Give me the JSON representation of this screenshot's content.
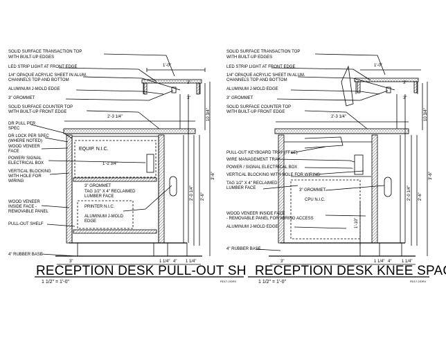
{
  "left": {
    "labels": [
      "SOLID SURFACE TRANSACTION TOP",
      "WITH BUILT-UP EDGES",
      "LED STRIP LIGHT AT FRONT EDGE",
      "1/4\" OPAQUE ACRYLIC SHEET IN ALUM.",
      "CHANNELS TOP AND BOTTOM",
      "ALUMINUM J-MOLD EDGE",
      "3\" GROMMET",
      "SOLID SURFACE COUNTER TOP",
      "WITH BUILT-UP FRONT EDGE",
      "DR PULL PER",
      "SPEC",
      "DR LOCK PER SPEC",
      "(WHERE NOTED)",
      "WOOD VENEER",
      "FACE",
      "POWER/ SIGNAL",
      "ELECTRICAL BOX",
      "VERTICAL BLOCKING",
      "WITH HOLE FOR",
      "WIRING",
      "WOOD VENEER",
      "INSIDE FACE -",
      "REMOVABLE PANEL",
      "PULL-OUT SHELF",
      "4\" RUBBER BASE"
    ],
    "inner": [
      "EQUIP. N.I.C.",
      "3\" GROMMET",
      "TAG 1/2\" X 4\" RECLAIMED",
      "LUMBER FACE",
      "PRINTER N.I.C.",
      "ALUMINUM J-MOLD",
      "EDGE"
    ],
    "dims": {
      "top": "1'-0\"",
      "counter": "2'-3 1/4\"",
      "shelf": "1'-2 3/4\"",
      "three_a": "3\"",
      "three_b": "3\"",
      "bottom": [
        "3\"",
        "1 1/4\"",
        "4\"",
        "1 1/4\""
      ]
    },
    "vdims": [
      "10 3/4\"",
      "2'-0 1/4\"",
      "2'-6\"",
      "3'-6\""
    ],
    "title": "RECEPTION DESK PULL-OUT SH",
    "scale": "1 1/2\" = 1'-0\"",
    "ref": "RD17-2/DR3"
  },
  "right": {
    "labels": [
      "SOLID SURFACE TRANSACTION TOP",
      "WITH BUILT-UP EDGES",
      "LED STRIP LIGHT AT FRONT EDGE",
      "1/4\" OPAQUE ACRYLIC SHEET IN ALUM.",
      "CHANNELS TOP AND BOTTOM",
      "ALUMINUM J-MOLD EDGE",
      "3\" GROMMET",
      "SOLID SURFACE COUNTER TOP",
      "WITH BUILT-UP FRONT EDGE",
      "PULL-OUT KEYBOARD TRAY (FF&E)",
      "WIRE MANAGEMENT TRAY",
      "POWER / SIGNAL ELECTRICAL BOX",
      "VERTICAL BLOCKING WITH HOLE FOR WIRING",
      "TAG 1/2\" X 4\" RECLAIMED",
      "LUMBER FACE",
      "WOOD VENEER INSIDE FACE",
      "- REMOVABLE PANEL FOR WIRING ACCESS",
      "ALUMINUM J-MOLD EDGE",
      "4\" RUBBER BASE"
    ],
    "inner": [
      "3\" GROMMET",
      "CPU N.I.C."
    ],
    "dims": {
      "top": "1'-0\"",
      "counter": "2'-3 1/4\"",
      "three_a": "3\"",
      "three_b": "3\"",
      "bottom": [
        "3\"",
        "1 1/4\"",
        "4\"",
        "1 1/4\""
      ]
    },
    "vdims": [
      "10 3/4\"",
      "2'-0 1/4\"",
      "2'-6\"",
      "3'-6\"",
      "1'-10\""
    ],
    "title": "RECEPTION DESK KNEE SPACE",
    "scale": "1 1/2\" = 1'-0\"",
    "ref": "RD17-2/DR4"
  },
  "colors": {
    "ink": "#000000",
    "hatch": "#333333"
  }
}
